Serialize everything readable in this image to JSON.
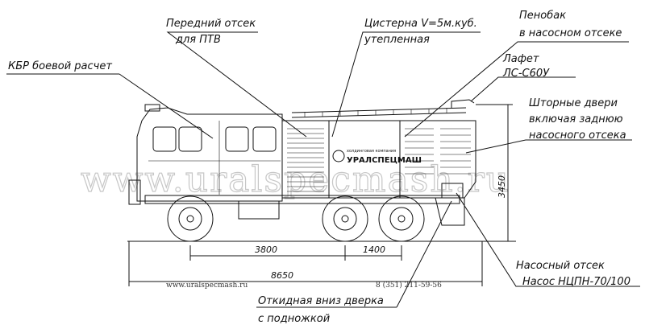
{
  "labels": {
    "front_compartment_l1": "Передний отсек",
    "front_compartment_l2": "для ПТВ",
    "tank_l1": "Цистерна V=5м.куб.",
    "tank_l2": "утепленная",
    "foam_tank_l1": "Пенобак",
    "foam_tank_l2": "в насосном отсеке",
    "crew_cab": "КБР боевой расчет",
    "monitor_l1": "Лафет",
    "monitor_l2": "ЛС-С60У",
    "shutters_l1": "Шторные двери",
    "shutters_l2": "включая заднюю",
    "shutters_l3": "насосного отсека",
    "pump_comp_l1": "Насосный отсек",
    "pump_comp_l2": "Насос НЦПН-70/100",
    "step_door_l1": "Откидная вниз дверка",
    "step_door_l2": "с подножкой"
  },
  "dimensions": {
    "wheelbase": "3800",
    "rear_axles": "1400",
    "overall_length": "8650",
    "height": "3450"
  },
  "brand": {
    "name": "УРАЛСПЕЦМАШ",
    "subtitle": "холдинговая компания"
  },
  "watermark": "www.uralspecmash.ru",
  "footer": {
    "website": "www.uralspecmash.ru",
    "phone": "8 (351) 211-59-56"
  }
}
